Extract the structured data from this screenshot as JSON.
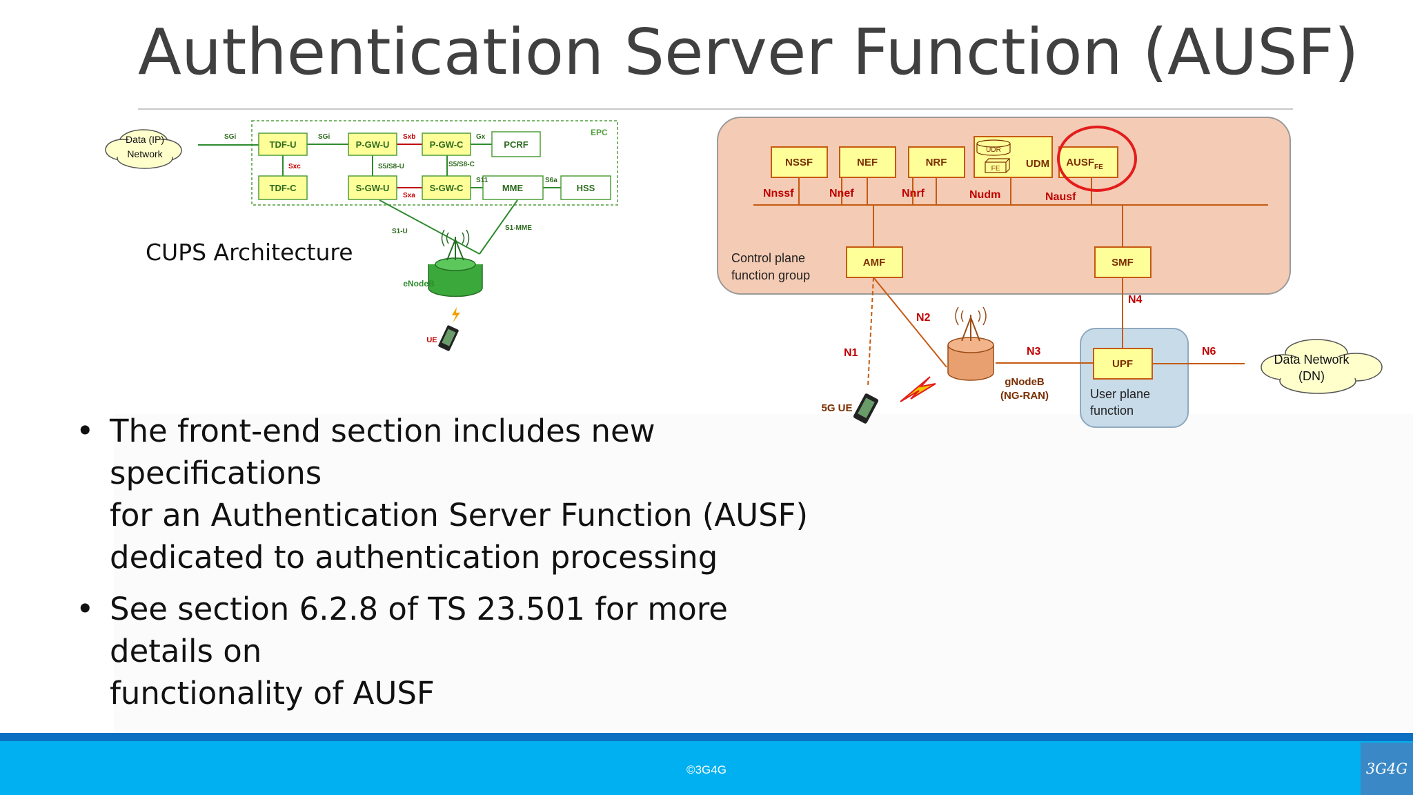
{
  "title": "Authentication Server Function (AUSF)",
  "cups": {
    "caption": "CUPS Architecture",
    "cloud": [
      "Data (IP)",
      "Network"
    ],
    "epc_label": "EPC",
    "nodes": {
      "tdf_u": "TDF-U",
      "tdf_c": "TDF-C",
      "pgw_u": "P-GW-U",
      "pgw_c": "P-GW-C",
      "pcrf": "PCRF",
      "sgw_u": "S-GW-U",
      "sgw_c": "S-GW-C",
      "mme": "MME",
      "hss": "HSS"
    },
    "interfaces": {
      "sgi_outer": "SGi",
      "sgi_inner": "SGi",
      "sxb": "Sxb",
      "gx": "Gx",
      "sxc": "Sxc",
      "s5s8u": "S5/S8-U",
      "s5s8c": "S5/S8-C",
      "s11": "S11",
      "s6a": "S6a",
      "sxa": "Sxa",
      "s1u": "S1-U",
      "s1mme": "S1-MME"
    },
    "enodeb": "eNodeB",
    "ue": "UE"
  },
  "g5": {
    "nf": {
      "nssf": "NSSF",
      "nef": "NEF",
      "nrf": "NRF",
      "udm": "UDM",
      "udr": "UDR",
      "fe": "FE",
      "ausf": "AUSF",
      "ausf_sub": "FE"
    },
    "sbi": {
      "nnssf": "Nnssf",
      "nnef": "Nnef",
      "nnrf": "Nnrf",
      "nudm": "Nudm",
      "nausf": "Nausf"
    },
    "amf": "AMF",
    "smf": "SMF",
    "upf": "UPF",
    "cp_group": [
      "Control plane",
      "function group"
    ],
    "up_function": [
      "User plane",
      "function"
    ],
    "n_labels": {
      "n1": "N1",
      "n2": "N2",
      "n3": "N3",
      "n4": "N4",
      "n6": "N6"
    },
    "gnodeb": [
      "gNodeB",
      "(NG-RAN)"
    ],
    "ue": "5G UE",
    "dn": [
      "Data Network",
      "(DN)"
    ]
  },
  "bullets": [
    [
      "The front-end section includes new specifications",
      "for an Authentication Server Function (AUSF)",
      "dedicated to authentication processing"
    ],
    [
      "See section 6.2.8 of TS 23.501 for more details on",
      "functionality of AUSF"
    ]
  ],
  "bullet_char": "•",
  "footer": {
    "copyright": "©3G4G",
    "logo": "3G4G"
  },
  "colors": {
    "node_fill": "#ffff99",
    "node_border_cups": "#4f9d3a",
    "node_border_5g": "#c55a11",
    "cp_fill": "#f4cbb4",
    "up_fill": "#c8dbe9",
    "iface_red": "#c00000",
    "footer": "#00b0f0",
    "footer_band": "#0b6fc2"
  }
}
